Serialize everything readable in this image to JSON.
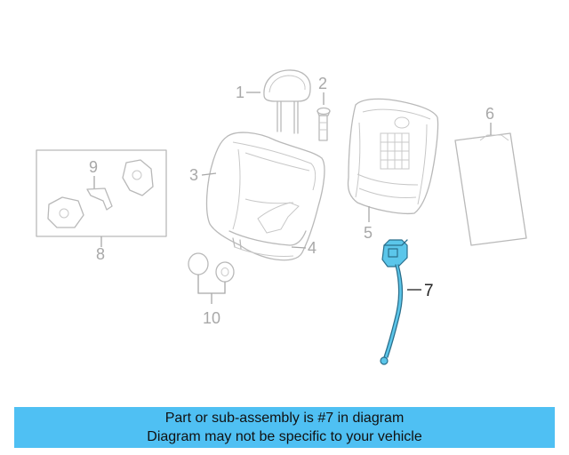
{
  "callouts": {
    "c1": "1",
    "c2": "2",
    "c3": "3",
    "c4": "4",
    "c5": "5",
    "c6": "6",
    "c7": "7",
    "c8": "8",
    "c9": "9",
    "c10": "10"
  },
  "highlight_color": "#5bc6ea",
  "banner": {
    "line1": "Part or sub-assembly is #7 in diagram",
    "line2": "Diagram may not be specific to your vehicle",
    "background": "#4fc0f3"
  }
}
